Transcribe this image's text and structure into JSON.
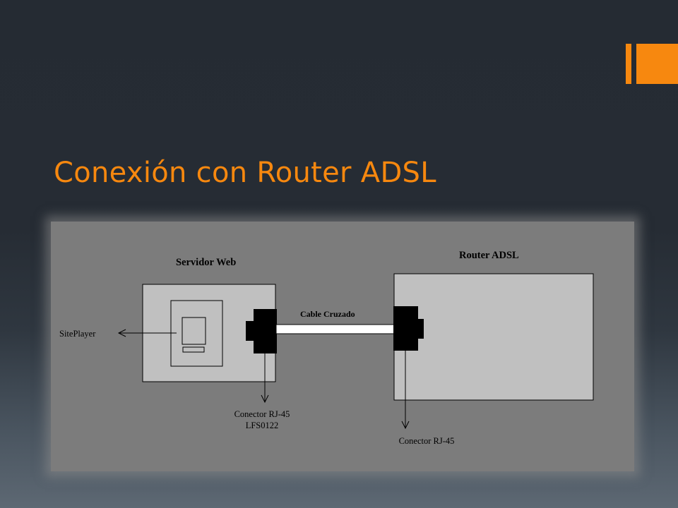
{
  "slide": {
    "title": "Conexión con Router ADSL",
    "accent_color": "#f7880f",
    "background_color": "#262c34"
  },
  "diagram": {
    "background_color": "#7c7c7c",
    "box_fill_color": "#c0c0c0",
    "labels": {
      "server": "Servidor Web",
      "router": "Router ADSL",
      "cable": "Cable Cruzado",
      "siteplayer": "SitePlayer",
      "server_connector_line1": "Conector RJ-45",
      "server_connector_line2": "LFS0122",
      "router_connector": "Conector RJ-45"
    }
  }
}
